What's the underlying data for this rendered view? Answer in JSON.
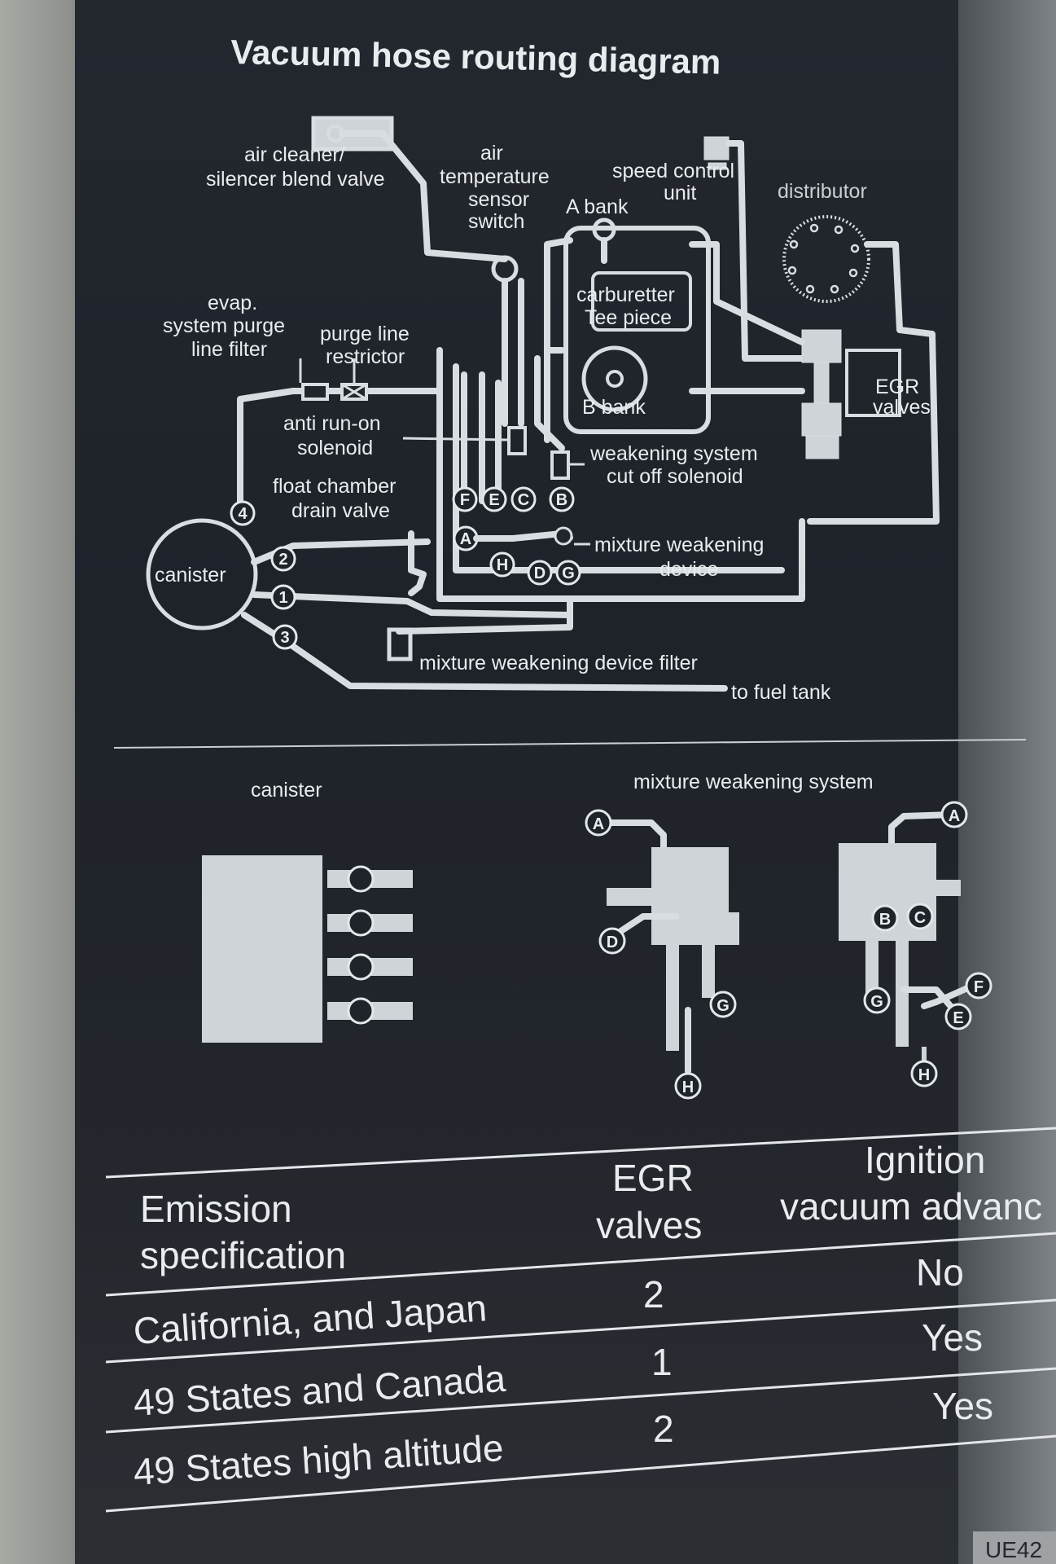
{
  "title": "Vacuum hose routing diagram",
  "labels": {
    "air_cleaner": "air cleaner/",
    "air_cleaner_2": "silencer blend valve",
    "air_temp_1": "air",
    "air_temp_2": "temperature",
    "air_temp_3": "sensor",
    "air_temp_4": "switch",
    "speed_control_1": "speed control",
    "speed_control_2": "unit",
    "distributor": "distributor",
    "a_bank": "A bank",
    "carburetter_1": "carburetter",
    "carburetter_2": "Tee piece",
    "b_bank": "B bank",
    "egr_1": "EGR",
    "egr_2": "valves",
    "evap_1": "evap.",
    "evap_2": "system purge",
    "evap_3": "line filter",
    "purge_1": "purge line",
    "purge_2": "restrictor",
    "anti_runon_1": "anti run-on",
    "anti_runon_2": "solenoid",
    "float_1": "float chamber",
    "float_2": "drain valve",
    "weakening_1": "weakening system",
    "weakening_2": "cut off solenoid",
    "mixture_dev_1": "mixture weakening",
    "mixture_dev_2": "device",
    "canister": "canister",
    "mixture_filter": "mixture weakening device filter",
    "fuel_tank": "to fuel tank",
    "canister_section": "canister",
    "mixture_system_section": "mixture weakening system"
  },
  "ports": {
    "p1": "1",
    "p2": "2",
    "p3": "3",
    "p4": "4",
    "A": "A",
    "B": "B",
    "C": "C",
    "D": "D",
    "E": "E",
    "F": "F",
    "G": "G",
    "H": "H"
  },
  "table": {
    "headers": [
      "Emission specification",
      "EGR valves",
      "Ignition vacuum advanc"
    ],
    "header_lines": {
      "h1a": "Emission",
      "h1b": "specification",
      "h2a": "EGR",
      "h2b": "valves",
      "h3a": "Ignition",
      "h3b": "vacuum advanc"
    },
    "rows": [
      {
        "spec": "California, and Japan",
        "egr": "2",
        "ignition": "No"
      },
      {
        "spec": "49 States and Canada",
        "egr": "1",
        "ignition": "Yes"
      },
      {
        "spec": "49 States high altitude",
        "egr": "2",
        "ignition": "Yes"
      }
    ]
  },
  "code": "UE42",
  "colors": {
    "plate": "#22262c",
    "ink": "#d8dde1",
    "frame": "#8f9397"
  }
}
